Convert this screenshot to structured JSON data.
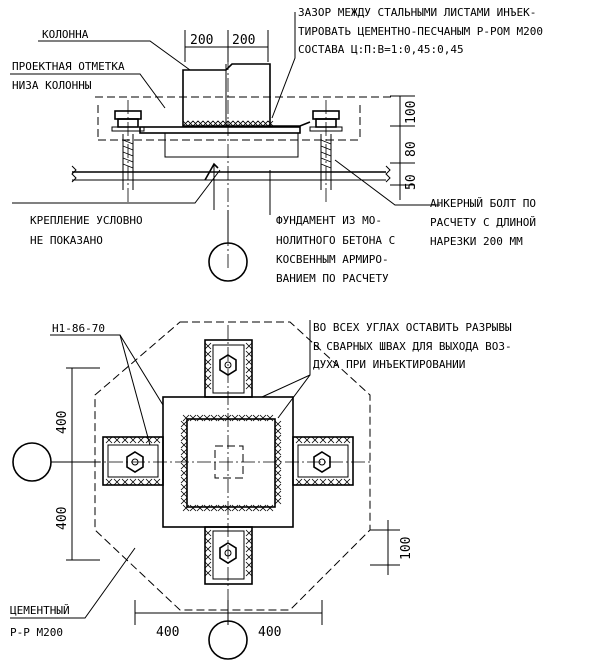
{
  "labels": {
    "column": "КОЛОННА",
    "design_mark_1": "ПРОЕКТНАЯ ОТМЕТКА",
    "design_mark_2": "НИЗА КОЛОННЫ",
    "gap_1": "ЗАЗОР МЕЖДУ СТАЛЬНЫМИ ЛИСТАМИ ИНЪЕК-",
    "gap_2": "ТИРОВАТЬ ЦЕМЕНТНО-ПЕСЧАНЫМ Р-РОМ М200",
    "gap_3": "СОСТАВА Ц:П:В=1:0,45:0,45",
    "fastening_1": "КРЕПЛЕНИЕ УСЛОВНО",
    "fastening_2": "НЕ ПОКАЗАНО",
    "foundation_1": "ФУНДАМЕНТ ИЗ МО-",
    "foundation_2": "НОЛИТНОГО БЕТОНА С",
    "foundation_3": "КОСВЕННЫМ АРМИРО-",
    "foundation_4": "ВАНИЕМ ПО РАСЧЕТУ",
    "anchor_1": "АНКЕРНЫЙ БОЛТ ПО",
    "anchor_2": "РАСЧЕТУ С ДЛИНОЙ",
    "anchor_3": "НАРЕЗКИ 200 ММ",
    "h1": "Н1-86-70",
    "corners_1": "ВО ВСЕХ УГЛАХ ОСТАВИТЬ РАЗРЫВЫ",
    "corners_2": "В СВАРНЫХ ШВАХ ДЛЯ ВЫХОДА ВОЗ-",
    "corners_3": "ДУХА ПРИ ИНЪЕКТИРОВАНИИ",
    "cement_1": "ЦЕМЕНТНЫЙ",
    "cement_2": "Р-Р М200"
  },
  "dimensions": {
    "top_left": "200",
    "top_right": "200",
    "side_upper": "100",
    "side_middle": "80",
    "side_lower": "50",
    "plan_left_upper": "400",
    "plan_left_lower": "400",
    "plan_right": "100",
    "plan_bottom_left": "400",
    "plan_bottom_right": "400"
  }
}
